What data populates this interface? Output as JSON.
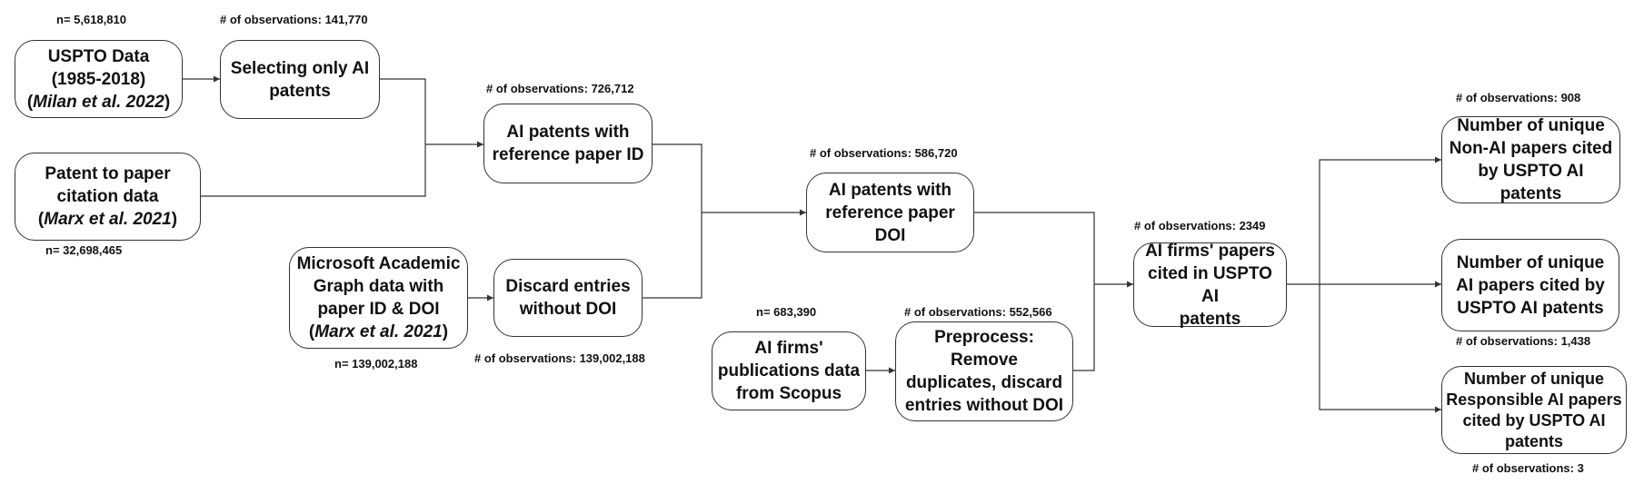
{
  "nodes": {
    "uspto": {
      "lines": [
        "USPTO Data",
        "(1985-2018)"
      ],
      "cite": "Milan et al. 2022"
    },
    "select_ai": {
      "lines": [
        "Selecting only AI",
        "patents"
      ]
    },
    "citation": {
      "lines": [
        "Patent to paper",
        "citation data"
      ],
      "cite": "Marx et al. 2021"
    },
    "ai_ref_id": {
      "lines": [
        "AI patents with",
        "reference paper ID"
      ]
    },
    "mag": {
      "lines": [
        "Microsoft Academic",
        "Graph data with",
        "paper ID & DOI"
      ],
      "cite": "Marx et al. 2021"
    },
    "discard_doi": {
      "lines": [
        "Discard entries",
        "without DOI"
      ]
    },
    "ai_ref_doi": {
      "lines": [
        "AI patents with",
        "reference paper",
        "DOI"
      ]
    },
    "scopus": {
      "lines": [
        "AI firms'",
        "publications data",
        "from Scopus"
      ]
    },
    "preprocess": {
      "lines": [
        "Preprocess: Remove",
        "duplicates, discard",
        "entries without DOI"
      ]
    },
    "firm_papers": {
      "lines": [
        "AI firms' papers",
        "cited in USPTO AI",
        "patents"
      ]
    },
    "non_ai": {
      "lines": [
        "Number of unique",
        "Non-AI papers cited",
        "by USPTO AI patents"
      ]
    },
    "ai_papers": {
      "lines": [
        "Number of unique",
        "AI papers cited by",
        "USPTO AI patents"
      ]
    },
    "resp_ai": {
      "lines": [
        "Number of unique",
        "Responsible AI papers",
        "cited by USPTO AI",
        "patents"
      ]
    }
  },
  "notes": {
    "uspto_n": "n= 5,618,810",
    "select_obs": "# of observations: 141,770",
    "citation_n": "n= 32,698,465",
    "ai_ref_id_obs": "# of observations: 726,712",
    "mag_n": "n= 139,002,188",
    "discard_obs": "# of observations: 139,002,188",
    "ai_ref_doi_obs": "# of observations: 586,720",
    "scopus_n": "n= 683,390",
    "preprocess_obs": "# of observations: 552,566",
    "firm_papers_obs": "# of observations: 2349",
    "non_ai_obs": "# of observations: 908",
    "ai_papers_obs": "# of observations: 1,438",
    "resp_ai_obs": "# of observations: 3"
  }
}
